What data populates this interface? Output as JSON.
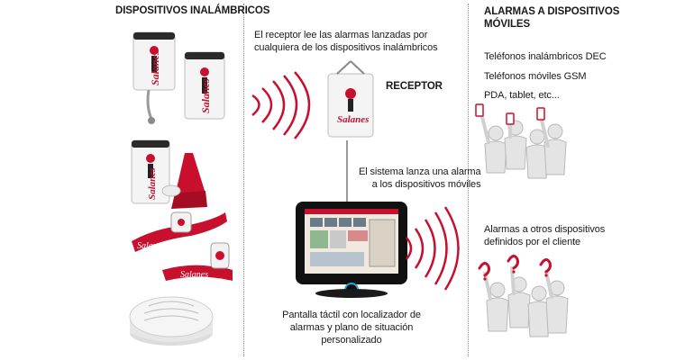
{
  "left_panel": {
    "heading": "DISPOSITIVOS INALÁMBRICOS",
    "brand_label": "Salanes"
  },
  "center_panel": {
    "receiver_caption": "El receptor lee las alarmas lanzadas por\ncualquiera de los dispositivos inalámbricos",
    "receiver_label": "RECEPTOR",
    "system_caption": "El sistema lanza una alarma\na los dispositivos móviles",
    "screen_caption": "Pantalla táctil con localizador de\nalarmas y plano de situación personalizado"
  },
  "right_panel": {
    "heading": "ALARMAS A DISPOSITIVOS\nMÓVILES",
    "devices": [
      "Teléfonos inalámbricos DEC",
      "Teléfonos móviles GSM",
      "PDA, tablet, etc..."
    ],
    "client_caption": "Alarmas a otros dispositivos\ndefinidos por el cliente"
  },
  "colors": {
    "accent_red": "#c8102e",
    "divider": "#8a8a8a",
    "text": "#1a1a1a"
  }
}
